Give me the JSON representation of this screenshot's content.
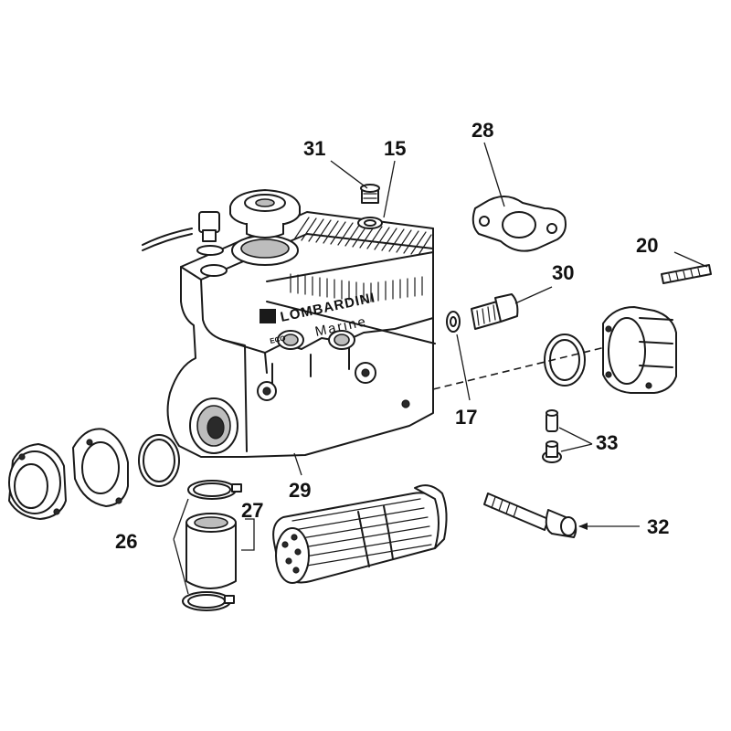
{
  "brand_text": "LOMBARDINI",
  "brand_subtitle": "Marine",
  "brand_prefix": "ECO",
  "callouts": {
    "c31": "31",
    "c15": "15",
    "c28": "28",
    "c20": "20",
    "c30": "30",
    "c17": "17",
    "c29": "29",
    "c33": "33",
    "c27": "27",
    "c26": "26",
    "c32": "32"
  }
}
